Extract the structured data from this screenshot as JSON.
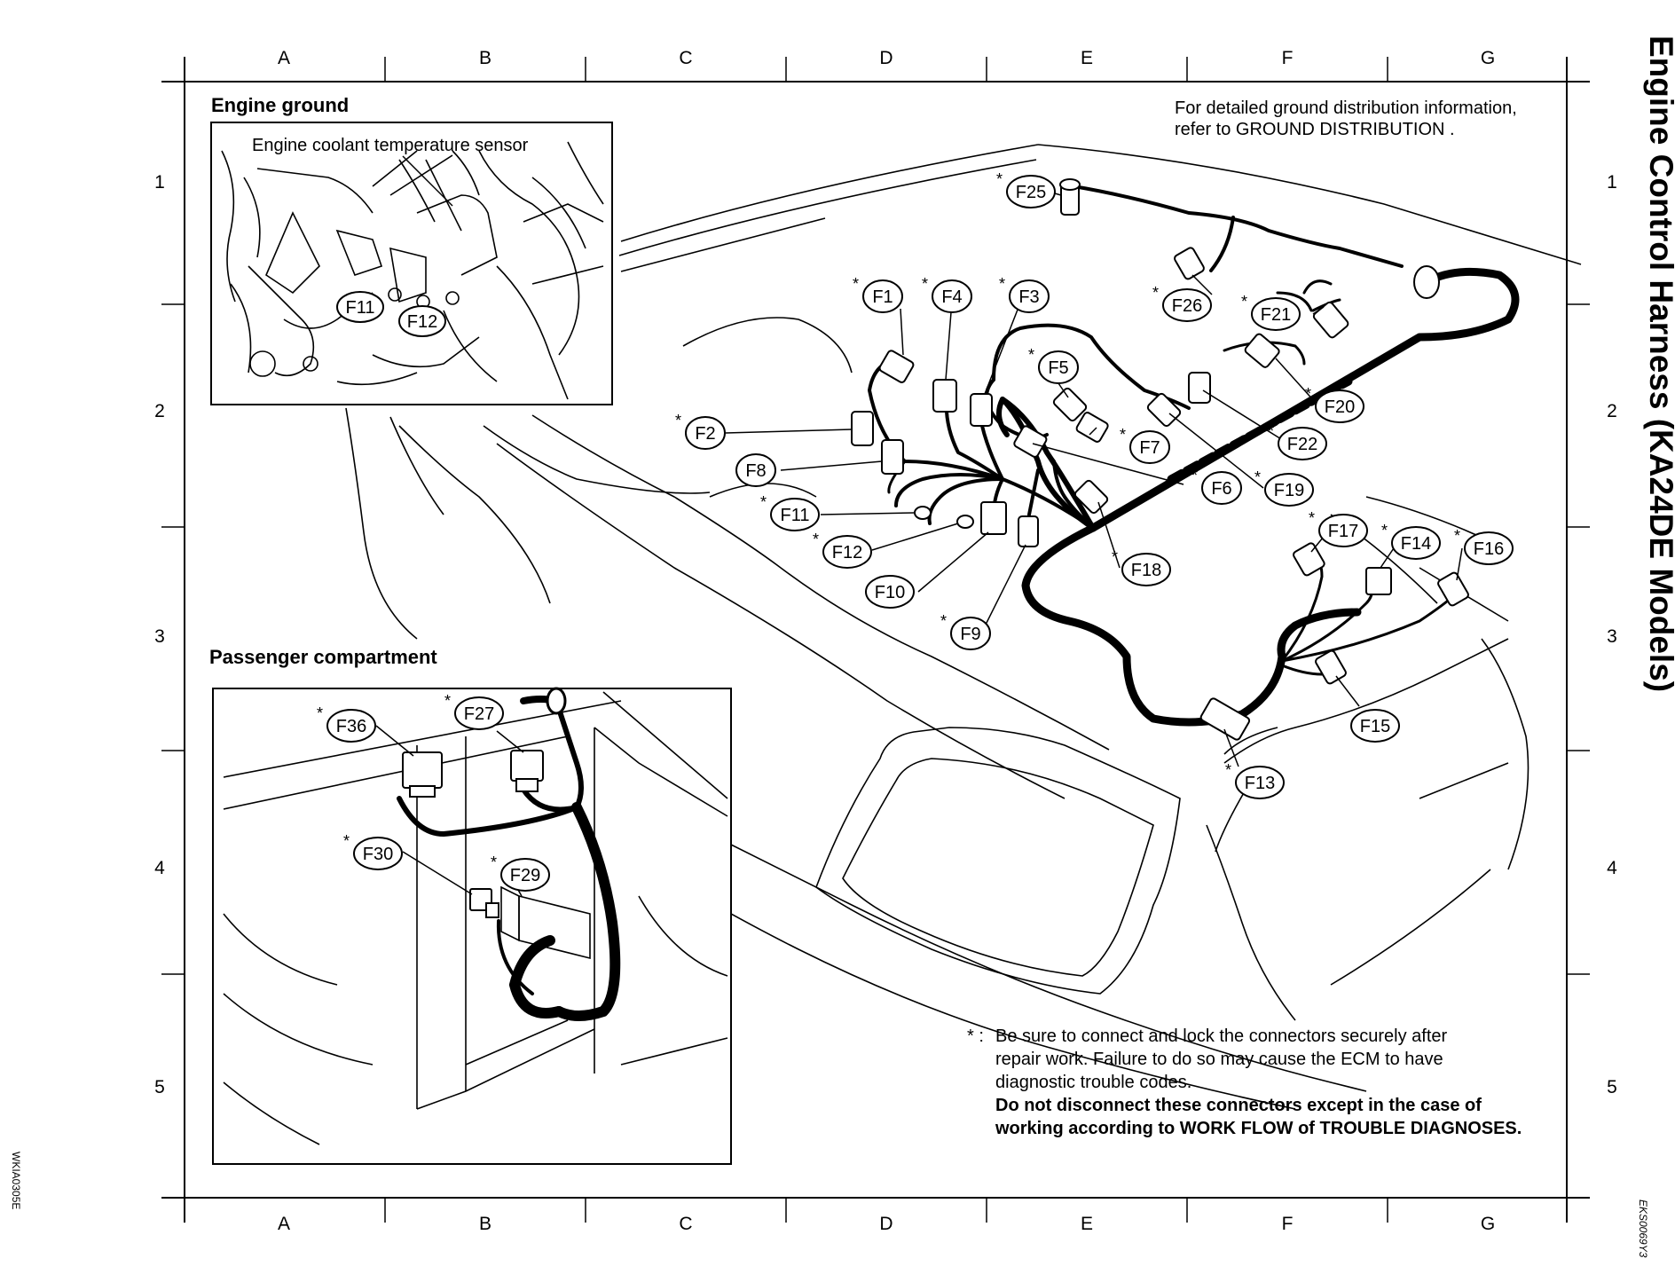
{
  "title": "Engine Control Harness (KA24DE Models)",
  "grid": {
    "columns": [
      "A",
      "B",
      "C",
      "D",
      "E",
      "F",
      "G"
    ],
    "rows": [
      "1",
      "2",
      "3",
      "4",
      "5"
    ]
  },
  "panels": {
    "engine_ground": {
      "title": "Engine ground",
      "callout": "Engine coolant temperature sensor"
    },
    "passenger_compartment": {
      "title": "Passenger compartment"
    }
  },
  "ground_note": [
    "For detailed ground distribution information,",
    "refer to  GROUND DISTRIBUTION ."
  ],
  "footnote": {
    "marker": "* :",
    "lines": [
      "Be sure to connect and lock the connectors securely after",
      "repair work. Failure to do so may cause the ECM to have",
      "diagnostic trouble codes."
    ],
    "bold_lines": [
      "Do not disconnect these connectors except in the case of",
      "working according to WORK FLOW of TROUBLE DIAGNOSES."
    ]
  },
  "side_codes": {
    "left": "WKIA0305E",
    "right": "EKS0069Y3"
  },
  "connectors": [
    {
      "id": "F25",
      "label": "F25",
      "starred": true
    },
    {
      "id": "F26",
      "label": "F26",
      "starred": true
    },
    {
      "id": "F1",
      "label": "F1",
      "starred": true
    },
    {
      "id": "F4",
      "label": "F4",
      "starred": true
    },
    {
      "id": "F3",
      "label": "F3",
      "starred": true
    },
    {
      "id": "F21",
      "label": "F21",
      "starred": true
    },
    {
      "id": "F5",
      "label": "F5",
      "starred": true
    },
    {
      "id": "F20",
      "label": "F20",
      "starred": true
    },
    {
      "id": "F2",
      "label": "F2",
      "starred": true
    },
    {
      "id": "F7",
      "label": "F7",
      "starred": true
    },
    {
      "id": "F22",
      "label": "F22",
      "starred": true
    },
    {
      "id": "F8",
      "label": "F8",
      "starred": false
    },
    {
      "id": "F6",
      "label": "F6",
      "starred": true
    },
    {
      "id": "F19",
      "label": "F19",
      "starred": true
    },
    {
      "id": "F11",
      "label": "F11",
      "starred": true
    },
    {
      "id": "F12",
      "label": "F12",
      "starred": true
    },
    {
      "id": "F17",
      "label": "F17",
      "starred": true
    },
    {
      "id": "F14",
      "label": "F14",
      "starred": true
    },
    {
      "id": "F16",
      "label": "F16",
      "starred": true
    },
    {
      "id": "F18",
      "label": "F18",
      "starred": true
    },
    {
      "id": "F10",
      "label": "F10",
      "starred": false
    },
    {
      "id": "F9",
      "label": "F9",
      "starred": true
    },
    {
      "id": "F15",
      "label": "F15",
      "starred": false
    },
    {
      "id": "F13",
      "label": "F13",
      "starred": true
    },
    {
      "id": "F36",
      "label": "F36",
      "starred": true
    },
    {
      "id": "F27",
      "label": "F27",
      "starred": true
    },
    {
      "id": "F30",
      "label": "F30",
      "starred": true
    },
    {
      "id": "F29",
      "label": "F29",
      "starred": true
    }
  ],
  "inset_labels": [
    {
      "id": "F11",
      "label": "F11"
    },
    {
      "id": "F12",
      "label": "F12"
    }
  ]
}
